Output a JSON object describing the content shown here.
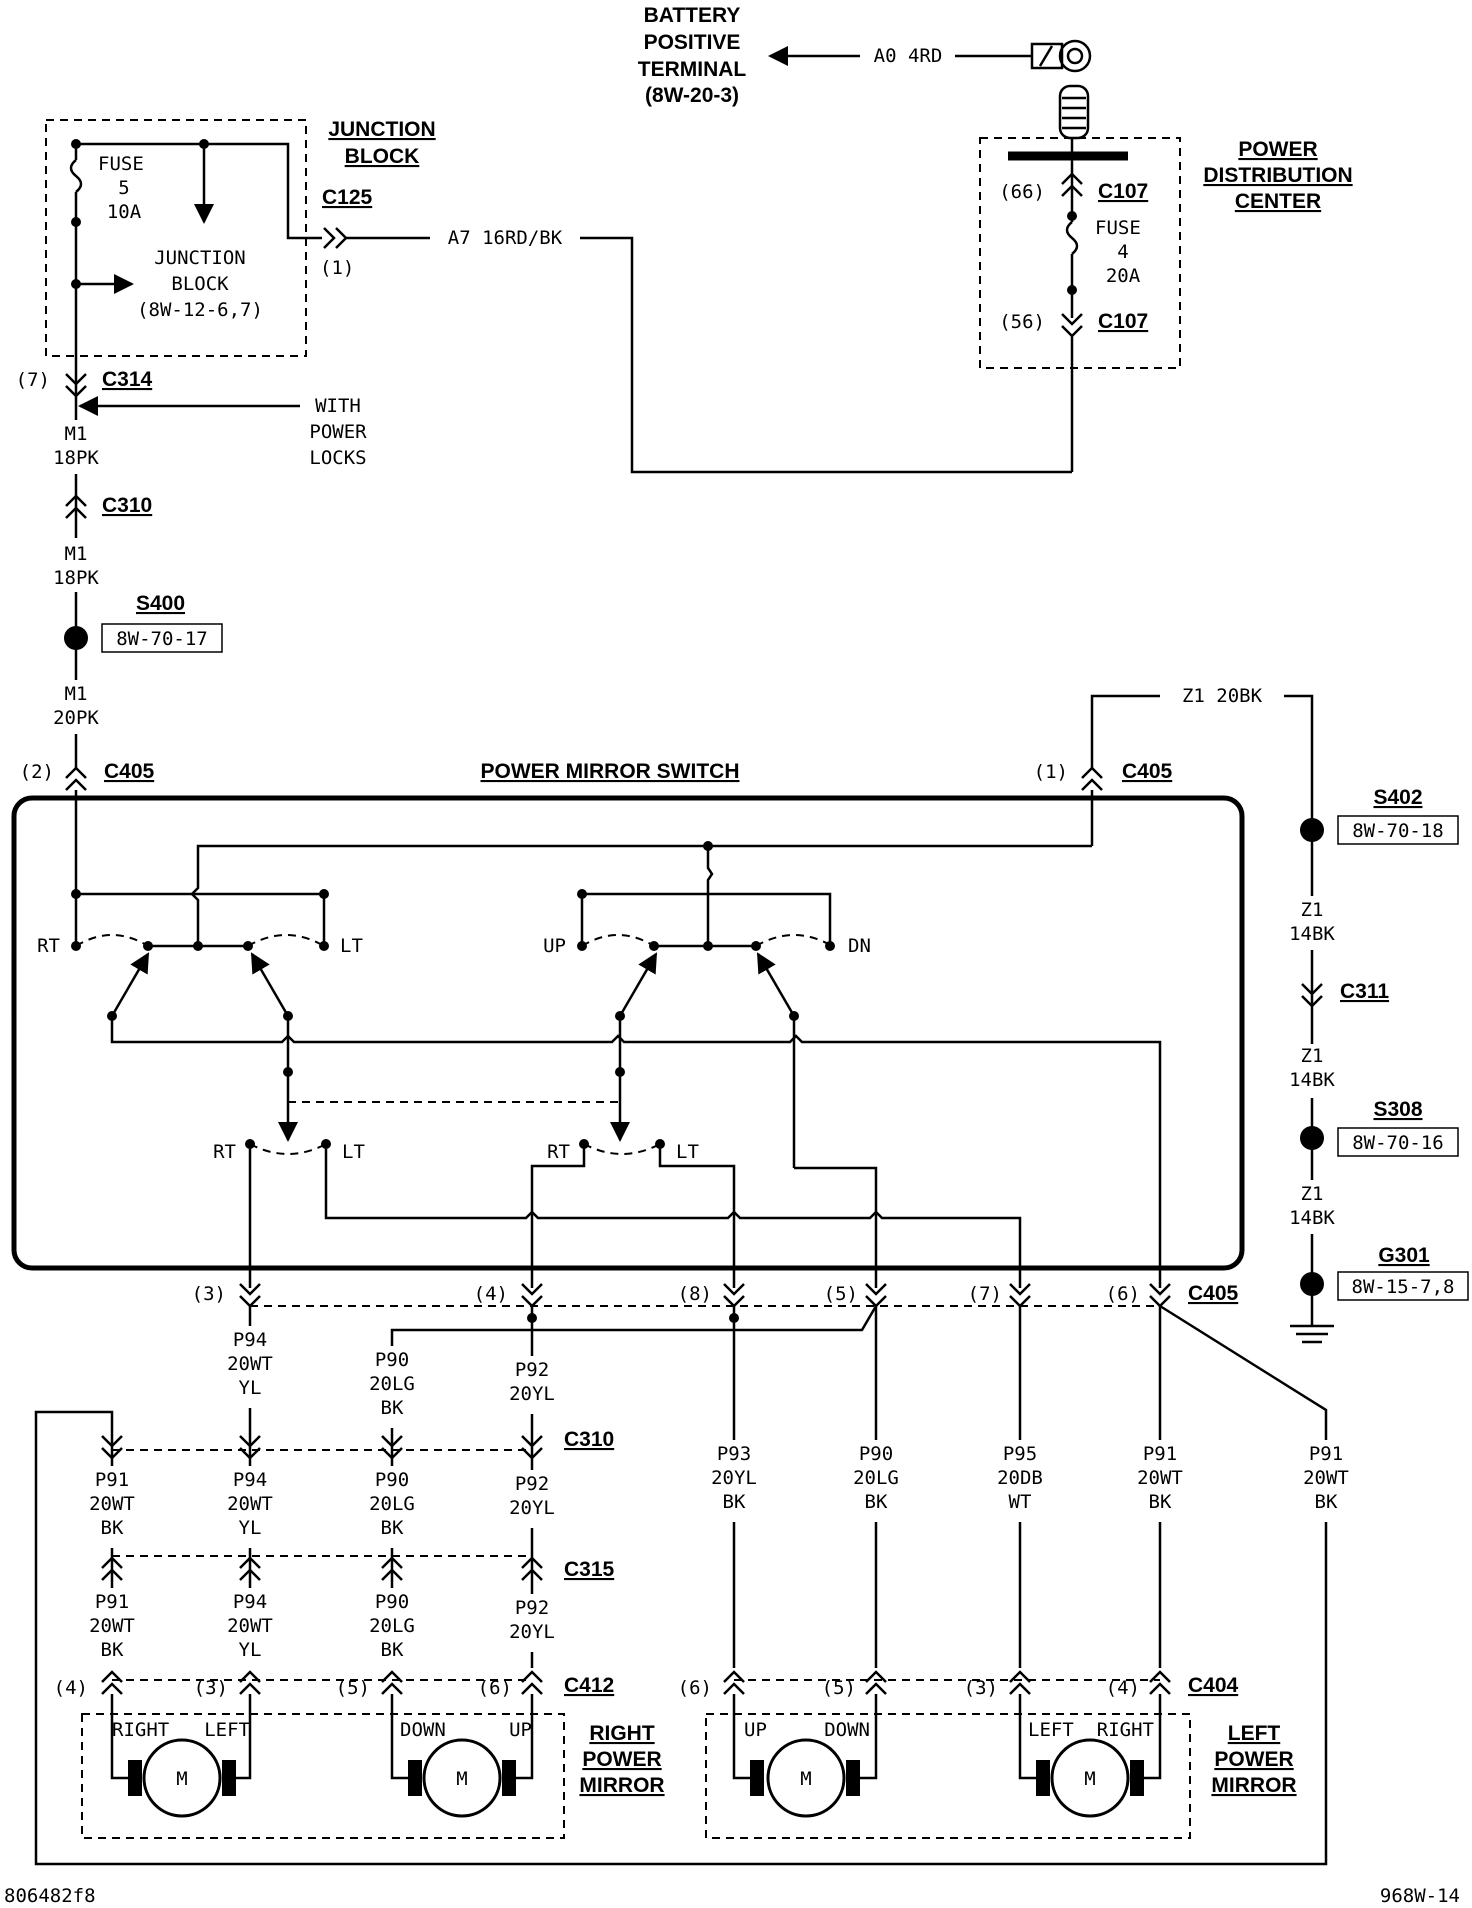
{
  "battery": {
    "l1": "BATTERY",
    "l2": "POSITIVE",
    "l3": "TERMINAL",
    "l4": "(8W-20-3)",
    "wire": "A0 4RD"
  },
  "junction_block": {
    "title1": "JUNCTION",
    "title2": "BLOCK",
    "fuse1": "FUSE",
    "fuse2": "5",
    "fuse3": "10A",
    "ref1": "JUNCTION",
    "ref2": "BLOCK",
    "ref3": "(8W-12-6,7)",
    "conn": "C125",
    "pin": "(1)",
    "wire": "A7 16RD/BK"
  },
  "pdc": {
    "title1": "POWER",
    "title2": "DISTRIBUTION",
    "title3": "CENTER",
    "pin_top": "(66)",
    "conn_top": "C107",
    "fuse1": "FUSE",
    "fuse2": "4",
    "fuse3": "20A",
    "pin_bot": "(56)",
    "conn_bot": "C107"
  },
  "left_column": {
    "c314_pin": "(7)",
    "c314": "C314",
    "with1": "WITH",
    "with2": "POWER",
    "with3": "LOCKS",
    "m1a": "M1",
    "m1a_g": "18PK",
    "c310": "C310",
    "m1b": "M1",
    "m1b_g": "18PK",
    "s400": "S400",
    "s400_ref": "8W-70-17",
    "m1c": "M1",
    "m1c_g": "20PK",
    "c405_pin": "(2)",
    "c405": "C405"
  },
  "switch": {
    "title": "POWER MIRROR SWITCH",
    "c405_pin": "(1)",
    "c405": "C405",
    "z1": "Z1 20BK",
    "rt1": "RT",
    "lt1": "LT",
    "up": "UP",
    "dn": "DN",
    "rt2": "RT",
    "lt2": "LT",
    "rt3": "RT",
    "lt3": "LT"
  },
  "ground": {
    "s402": "S402",
    "s402_ref": "8W-70-18",
    "z1a": "Z1",
    "z1a_g": "14BK",
    "c311": "C311",
    "z1b": "Z1",
    "z1b_g": "14BK",
    "s308": "S308",
    "s308_ref": "8W-70-16",
    "z1c": "Z1",
    "z1c_g": "14BK",
    "g301": "G301",
    "g301_ref": "8W-15-7,8"
  },
  "c405_bottom": {
    "p3": "(3)",
    "p4": "(4)",
    "p8": "(8)",
    "p5": "(5)",
    "p7": "(7)",
    "p6": "(6)",
    "name": "C405"
  },
  "wires": {
    "p94a": [
      "P94",
      "20WT",
      "YL"
    ],
    "p90a": [
      "P90",
      "20LG",
      "BK"
    ],
    "p92a": [
      "P92",
      "20YL"
    ],
    "c310": "C310",
    "p91b": [
      "P91",
      "20WT",
      "BK"
    ],
    "p94b": [
      "P94",
      "20WT",
      "YL"
    ],
    "p90b": [
      "P90",
      "20LG",
      "BK"
    ],
    "p92b": [
      "P92",
      "20YL"
    ],
    "c315": "C315",
    "p91c": [
      "P91",
      "20WT",
      "BK"
    ],
    "p94c": [
      "P94",
      "20WT",
      "YL"
    ],
    "p90c": [
      "P90",
      "20LG",
      "BK"
    ],
    "p92c": [
      "P92",
      "20YL"
    ],
    "p93": [
      "P93",
      "20YL",
      "BK"
    ],
    "p90d": [
      "P90",
      "20LG",
      "BK"
    ],
    "p95": [
      "P95",
      "20DB",
      "WT"
    ],
    "p91d": [
      "P91",
      "20WT",
      "BK"
    ],
    "p91e": [
      "P91",
      "20WT",
      "BK"
    ]
  },
  "right_mirror": {
    "p4": "(4)",
    "p3": "(3)",
    "p5": "(5)",
    "p6": "(6)",
    "conn": "C412",
    "right": "RIGHT",
    "left": "LEFT",
    "down": "DOWN",
    "up": "UP",
    "m1": "M",
    "m2": "M",
    "t1": "RIGHT",
    "t2": "POWER",
    "t3": "MIRROR"
  },
  "left_mirror": {
    "p6": "(6)",
    "p5": "(5)",
    "p3": "(3)",
    "p4": "(4)",
    "conn": "C404",
    "up": "UP",
    "down": "DOWN",
    "left": "LEFT",
    "right": "RIGHT",
    "m1": "M",
    "m2": "M",
    "t1": "LEFT",
    "t2": "POWER",
    "t3": "MIRROR"
  },
  "footer": {
    "left": "806482f8",
    "right": "968W-14"
  }
}
